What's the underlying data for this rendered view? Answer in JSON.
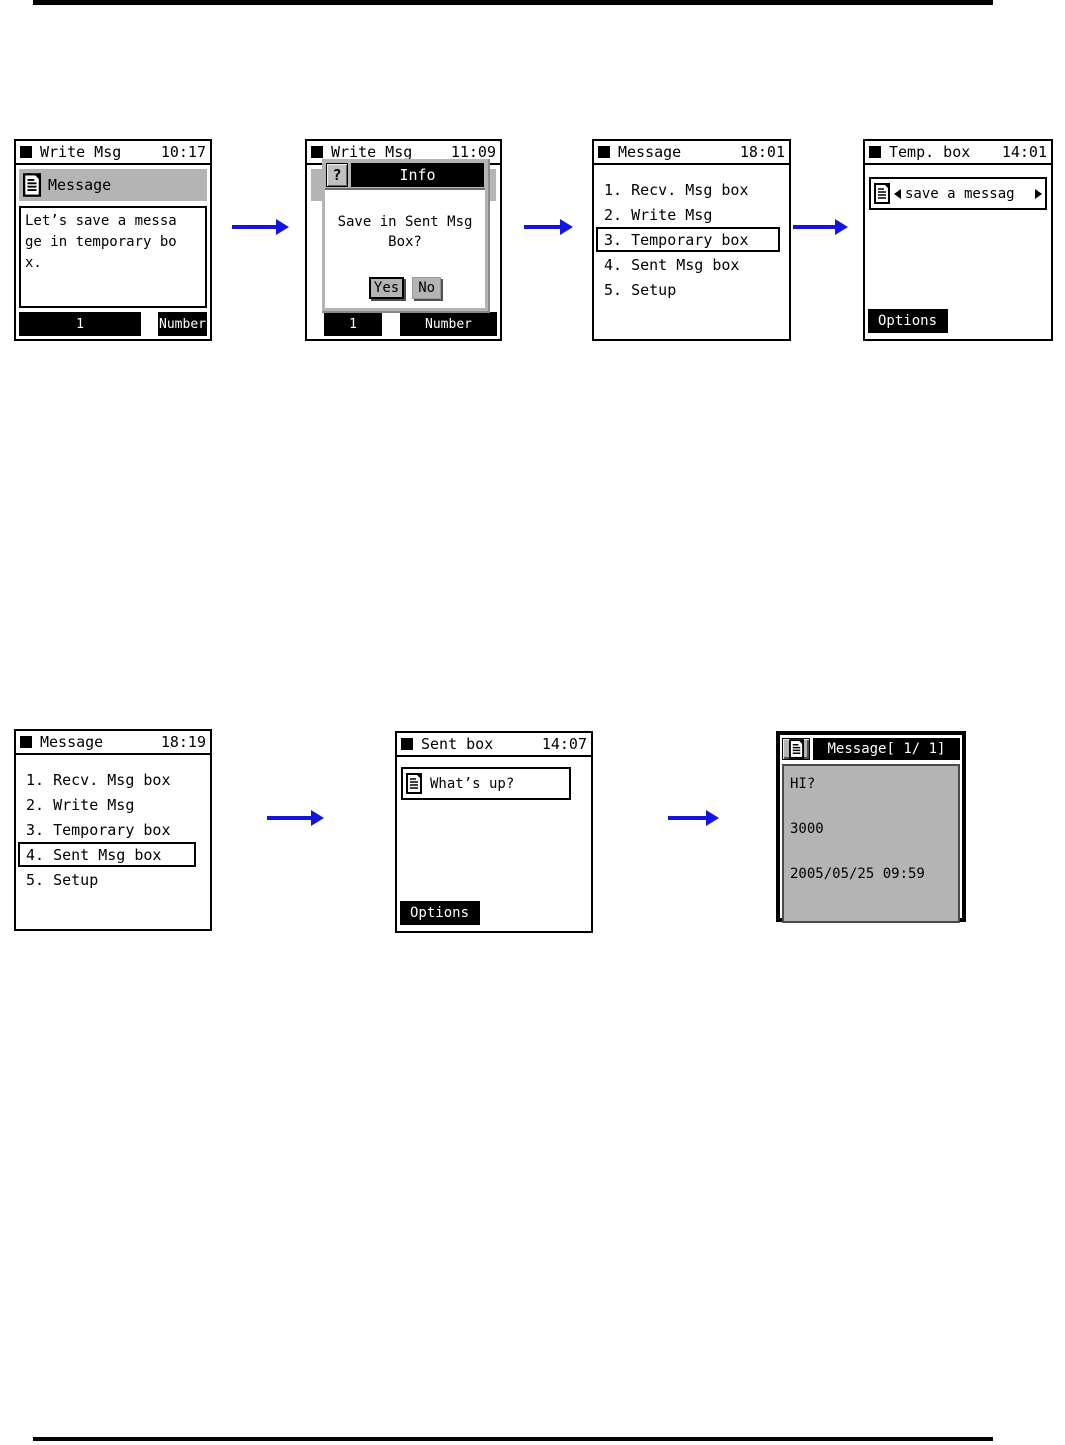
{
  "colors": {
    "arrow_blue": "#1414e1",
    "lcd_gray": "#b4b4b4",
    "ink": "#000000"
  },
  "screens": {
    "write_msg": {
      "title": "Write Msg",
      "time": "10:17",
      "header": "Message",
      "body_lines": [
        "Let’s save a messa",
        "ge in temporary bo",
        "x."
      ],
      "softkey_left": "1",
      "softkey_right": "Number"
    },
    "save_prompt": {
      "title": "Write Msg",
      "time": "11:09",
      "dialog": {
        "icon": "?",
        "title": "Info",
        "lines": [
          "Save in Sent Msg",
          "Box?"
        ],
        "yes": "Yes",
        "no": "No"
      },
      "softkey_left": "1",
      "softkey_right": "Number"
    },
    "menu_temporary": {
      "title": "Message",
      "time": "18:01",
      "items": [
        "1. Recv. Msg box",
        "2. Write Msg",
        "3. Temporary box",
        "4. Sent Msg box",
        "5. Setup"
      ],
      "selected": "3. Temporary box"
    },
    "temp_box": {
      "title": "Temp. box",
      "time": "14:01",
      "item": "save a messag",
      "softkey_left": "Options"
    },
    "menu_sent": {
      "title": "Message",
      "time": "18:19",
      "items": [
        "1. Recv. Msg box",
        "2. Write Msg",
        "3. Temporary box",
        "4. Sent Msg box",
        "5. Setup"
      ],
      "selected": "4. Sent Msg box"
    },
    "sent_box": {
      "title": "Sent box",
      "time": "14:07",
      "item": "What’s up?",
      "softkey_left": "Options"
    },
    "message_view": {
      "title": "Message[ 1/ 1]",
      "lines": [
        "HI?",
        "3000",
        "2005/05/25 09:59"
      ]
    }
  }
}
